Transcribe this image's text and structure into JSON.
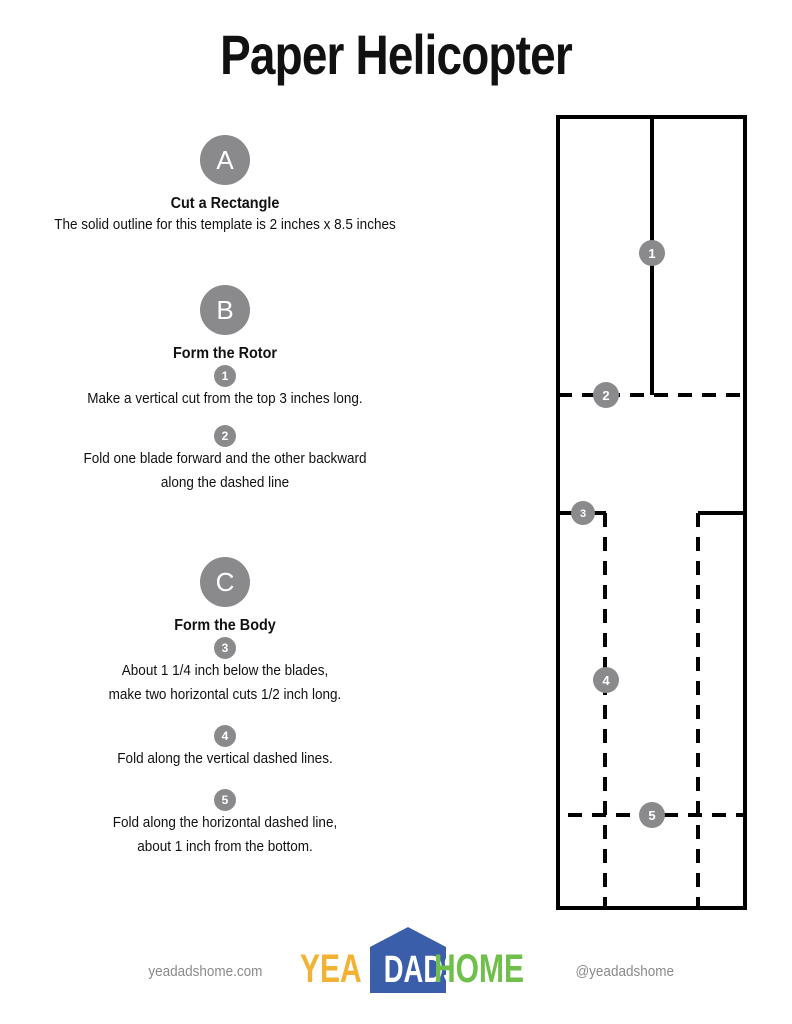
{
  "title": "Paper Helicopter",
  "sections": [
    {
      "letter": "A",
      "heading": "Cut a Rectangle",
      "lines": [
        "The solid outline for this template is 2 inches x 8.5 inches"
      ]
    },
    {
      "letter": "B",
      "heading": "Form the Rotor",
      "steps": [
        {
          "number": "1",
          "lines": [
            "Make a vertical cut from the top 3 inches long."
          ]
        },
        {
          "number": "2",
          "lines": [
            "Fold one blade forward and the other backward",
            "along the dashed line"
          ]
        }
      ]
    },
    {
      "letter": "C",
      "heading": "Form the Body",
      "steps": [
        {
          "number": "3",
          "lines": [
            "About 1 1/4 inch below the blades,",
            "make two horizontal cuts 1/2 inch long."
          ]
        },
        {
          "number": "4",
          "lines": [
            "Fold along the vertical dashed lines."
          ]
        },
        {
          "number": "5",
          "lines": [
            "Fold along the horizontal dashed line,",
            "about 1 inch from the bottom."
          ]
        }
      ]
    }
  ],
  "template_markers": [
    "1",
    "2",
    "3",
    "4",
    "5"
  ],
  "footer": {
    "website": "yeadadshome.com",
    "handle": "@yeadadshome",
    "logo": {
      "part1": "YEA",
      "part2": "DADS",
      "part3": "HOME"
    }
  },
  "colors": {
    "marker_gray": "#8a8a8c",
    "logo_yellow": "#f2b233",
    "logo_blue": "#3b5eab",
    "logo_green": "#6fbf4a"
  }
}
